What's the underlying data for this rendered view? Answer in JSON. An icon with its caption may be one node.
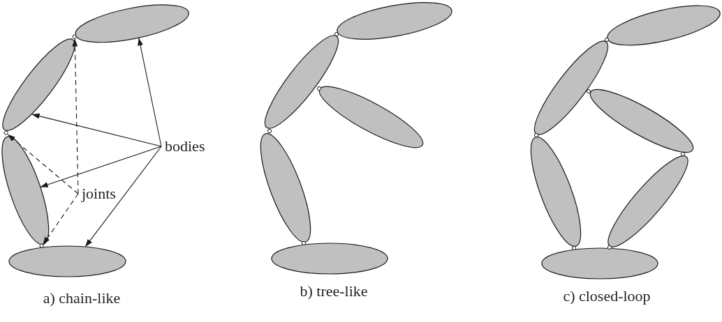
{
  "diagram": {
    "nodes": [
      {
        "text": [
          "bodies"
        ]
      },
      {
        "text": [
          "joints"
        ]
      },
      {
        "text": [],
        "shape": "ellipse"
      },
      {
        "text": [],
        "shape": "ellipse"
      },
      {
        "text": [],
        "shape": "ellipse"
      },
      {
        "text": [],
        "shape": "ellipse"
      },
      {
        "text": [],
        "shape": "circle"
      },
      {
        "text": [],
        "shape": "circle"
      },
      {
        "text": [],
        "shape": "circle"
      }
    ],
    "edges": [
      {
        "from": 0,
        "to": 2,
        "arrow": "to"
      },
      {
        "from": 0,
        "to": 3,
        "arrow": "to"
      },
      {
        "from": 0,
        "to": 4,
        "arrow": "to"
      },
      {
        "from": 0,
        "to": 5,
        "arrow": "to"
      },
      {
        "from": 1,
        "to": 6,
        "arrow": "to",
        "style": "dashed"
      },
      {
        "from": 1,
        "to": 7,
        "arrow": "to",
        "style": "dashed"
      },
      {
        "from": 1,
        "to": 8,
        "arrow": "to",
        "style": "dashed"
      }
    ],
    "labels": [
      "a) chain-like",
      "b) tree-like",
      "c) closed-loop"
    ]
  }
}
